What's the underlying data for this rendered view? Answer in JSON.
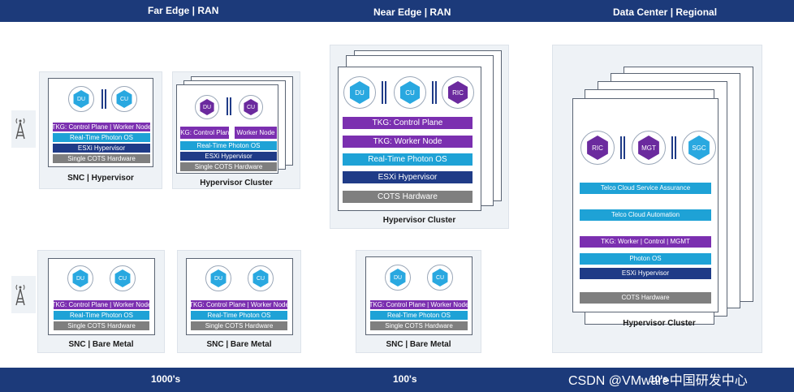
{
  "header": {
    "far_edge": "Far Edge | RAN",
    "near_edge": "Near Edge | RAN",
    "data_center": "Data Center | Regional"
  },
  "footer": {
    "scale_1000": "1000's",
    "scale_100": "100's",
    "scale_10": "10's",
    "watermark": "CSDN @VMware中国研发中心"
  },
  "labels": {
    "du": "DU",
    "cu": "CU",
    "ric": "RIC",
    "mgt": "MGT",
    "sgc": "SGC",
    "tkg_cp_wn": "TKG: Control Plane | Worker Node",
    "tkg_control_plane": "TKG: Control Plane",
    "tkg_control_plane_small": "TKG: Control Plane",
    "tkg_worker_node": "TKG: Worker Node",
    "worker_node": "Worker Node",
    "rt_photon": "Real-Time Photon OS",
    "esxi": "ESXi Hypervisor",
    "single_cots": "Single COTS Hardware",
    "cots": "COTS Hardware",
    "telco_assurance": "Telco Cloud Service Assurance",
    "telco_automation": "Telco Cloud Automation",
    "tkg_wcm": "TKG: Worker | Control | MGMT",
    "photon": "Photon OS"
  },
  "captions": {
    "snc_hypervisor": "SNC | Hypervisor",
    "hypervisor_cluster": "Hypervisor Cluster",
    "snc_bare_metal": "SNC | Bare Metal"
  },
  "colors": {
    "navy_bar": "#1c3a7a",
    "purple": "#7b2fb0",
    "cyan": "#1ea2d6",
    "navy": "#1f3b87",
    "gray": "#7f7f7f"
  },
  "icons": [
    "cell-tower-icon"
  ]
}
